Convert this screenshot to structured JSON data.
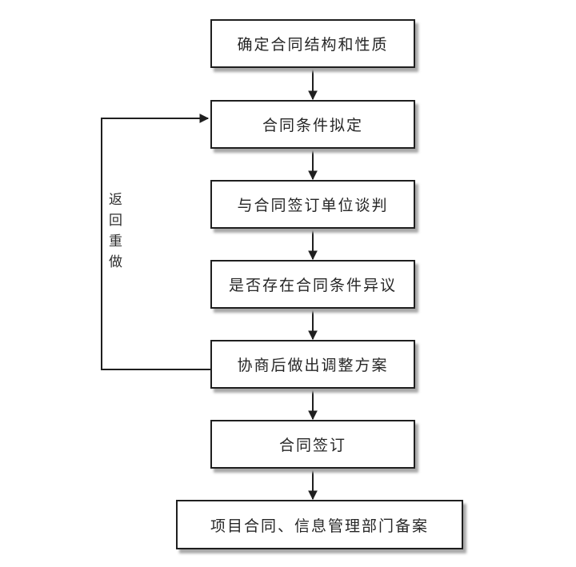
{
  "flowchart": {
    "nodes": [
      "确定合同结构和性质",
      "合同条件拟定",
      "与合同签订单位谈判",
      "是否存在合同条件异议",
      "协商后做出调整方案",
      "合同签订",
      "项目合同、信息管理部门备案"
    ],
    "loop_label": "返回重做",
    "colors": {
      "background": "#ffffff",
      "box_fill": "#ffffff",
      "box_border": "#1f1f1f",
      "box_shadow": "#a9a9a9",
      "line": "#1f1f1f",
      "text": "#262626"
    }
  }
}
